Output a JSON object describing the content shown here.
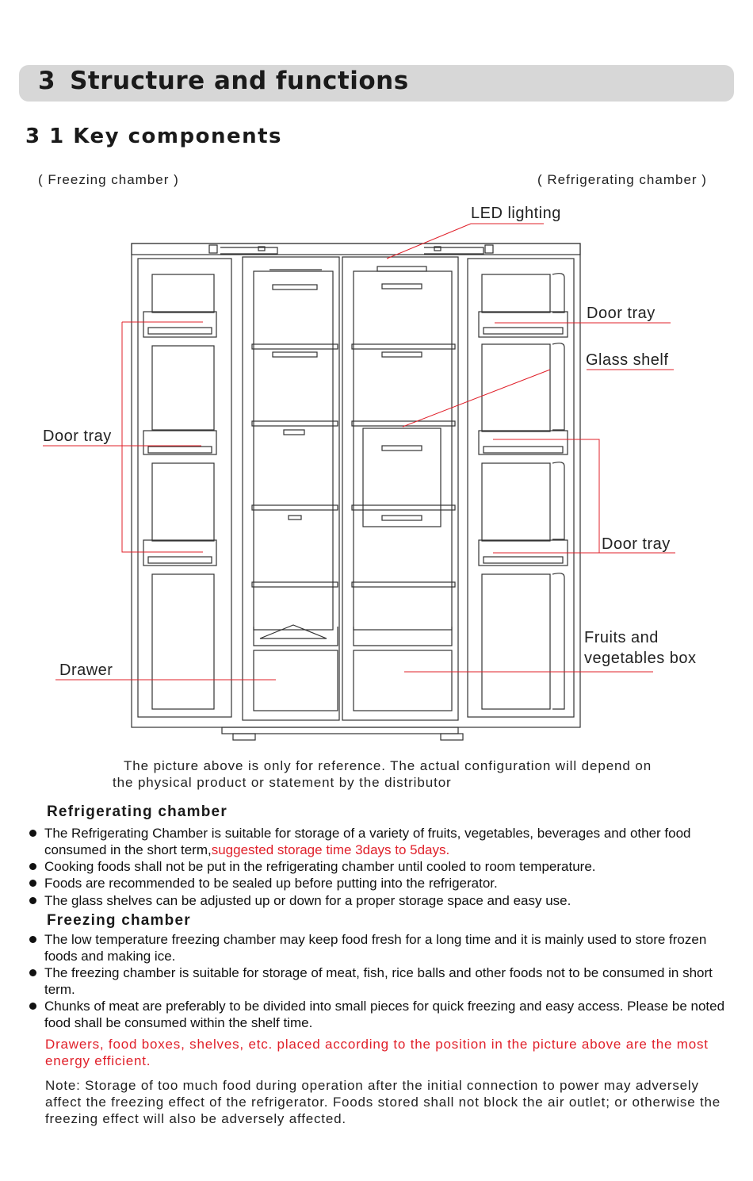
{
  "section": {
    "number": "3",
    "title": "Structure and functions"
  },
  "subsection": {
    "title": "3 1 Key components"
  },
  "chambers": {
    "left": "( Freezing chamber )",
    "right": "( Refrigerating chamber )"
  },
  "callouts": {
    "led_lighting": "LED lighting",
    "door_tray_top_right": "Door tray",
    "glass_shelf": "Glass shelf",
    "door_tray_left": "Door tray",
    "door_tray_bottom_right": "Door tray",
    "fruits_line1": "Fruits and",
    "fruits_line2": "vegetables box",
    "drawer": "Drawer"
  },
  "caption": {
    "line1": "The picture above is only for reference. The actual configuration will depend on",
    "line2": "the physical product or statement by the distributor"
  },
  "refrigerating": {
    "heading": "Refrigerating chamber",
    "bullets": [
      {
        "text": "The Refrigerating Chamber is suitable for storage of a variety of fruits, vegetables, beverages and other food consumed in the short term,",
        "highlight": "suggested storage time 3days to 5days."
      },
      {
        "text": "Cooking foods shall not be put in the refrigerating chamber until cooled to room temperature."
      },
      {
        "text": "Foods are recommended to be sealed up before putting into the refrigerator."
      },
      {
        "text": "The glass shelves can be adjusted up or down for a proper storage space and easy use."
      }
    ]
  },
  "freezing": {
    "heading": "Freezing chamber",
    "bullets": [
      {
        "text": "The low temperature freezing chamber may keep food fresh for a long time and it is mainly used to store frozen foods and making ice."
      },
      {
        "text": "The freezing chamber is suitable for storage of meat, fish,  rice balls and other foods not to be consumed in short term."
      },
      {
        "text": "Chunks of meat are preferably to be divided into small pieces for quick freezing and easy access. Please be noted food shall be consumed within the shelf time."
      }
    ]
  },
  "energy_note": "Drawers, food boxes, shelves, etc. placed according to the position in the picture above are the most energy efficient.",
  "storage_note": "Note: Storage of too much food during operation after the initial connection to power may adversely affect the freezing effect of the refrigerator. Foods stored shall not block the air outlet; or otherwise the freezing effect will also be adversely affected.",
  "colors": {
    "accent_red": "#e0202a",
    "header_bar": "#d7d7d7"
  }
}
